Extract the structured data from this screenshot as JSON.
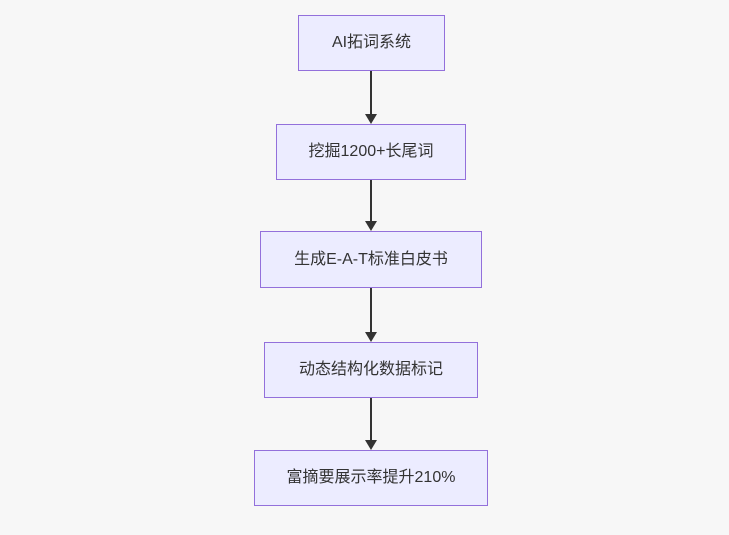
{
  "colors": {
    "background": "#f7f7f7",
    "node_fill": "#ECECFF",
    "node_border": "#9370DB",
    "arrow_color": "#333333",
    "text_color": "#333333"
  },
  "flowchart": {
    "direction": "top-down",
    "nodes": [
      {
        "label": "AI拓词系统"
      },
      {
        "label": "挖掘1200+长尾词"
      },
      {
        "label": "生成E-A-T标准白皮书"
      },
      {
        "label": "动态结构化数据标记"
      },
      {
        "label": "富摘要展示率提升210%"
      }
    ],
    "edges": [
      {
        "from": 0,
        "to": 1
      },
      {
        "from": 1,
        "to": 2
      },
      {
        "from": 2,
        "to": 3
      },
      {
        "from": 3,
        "to": 4
      }
    ]
  }
}
